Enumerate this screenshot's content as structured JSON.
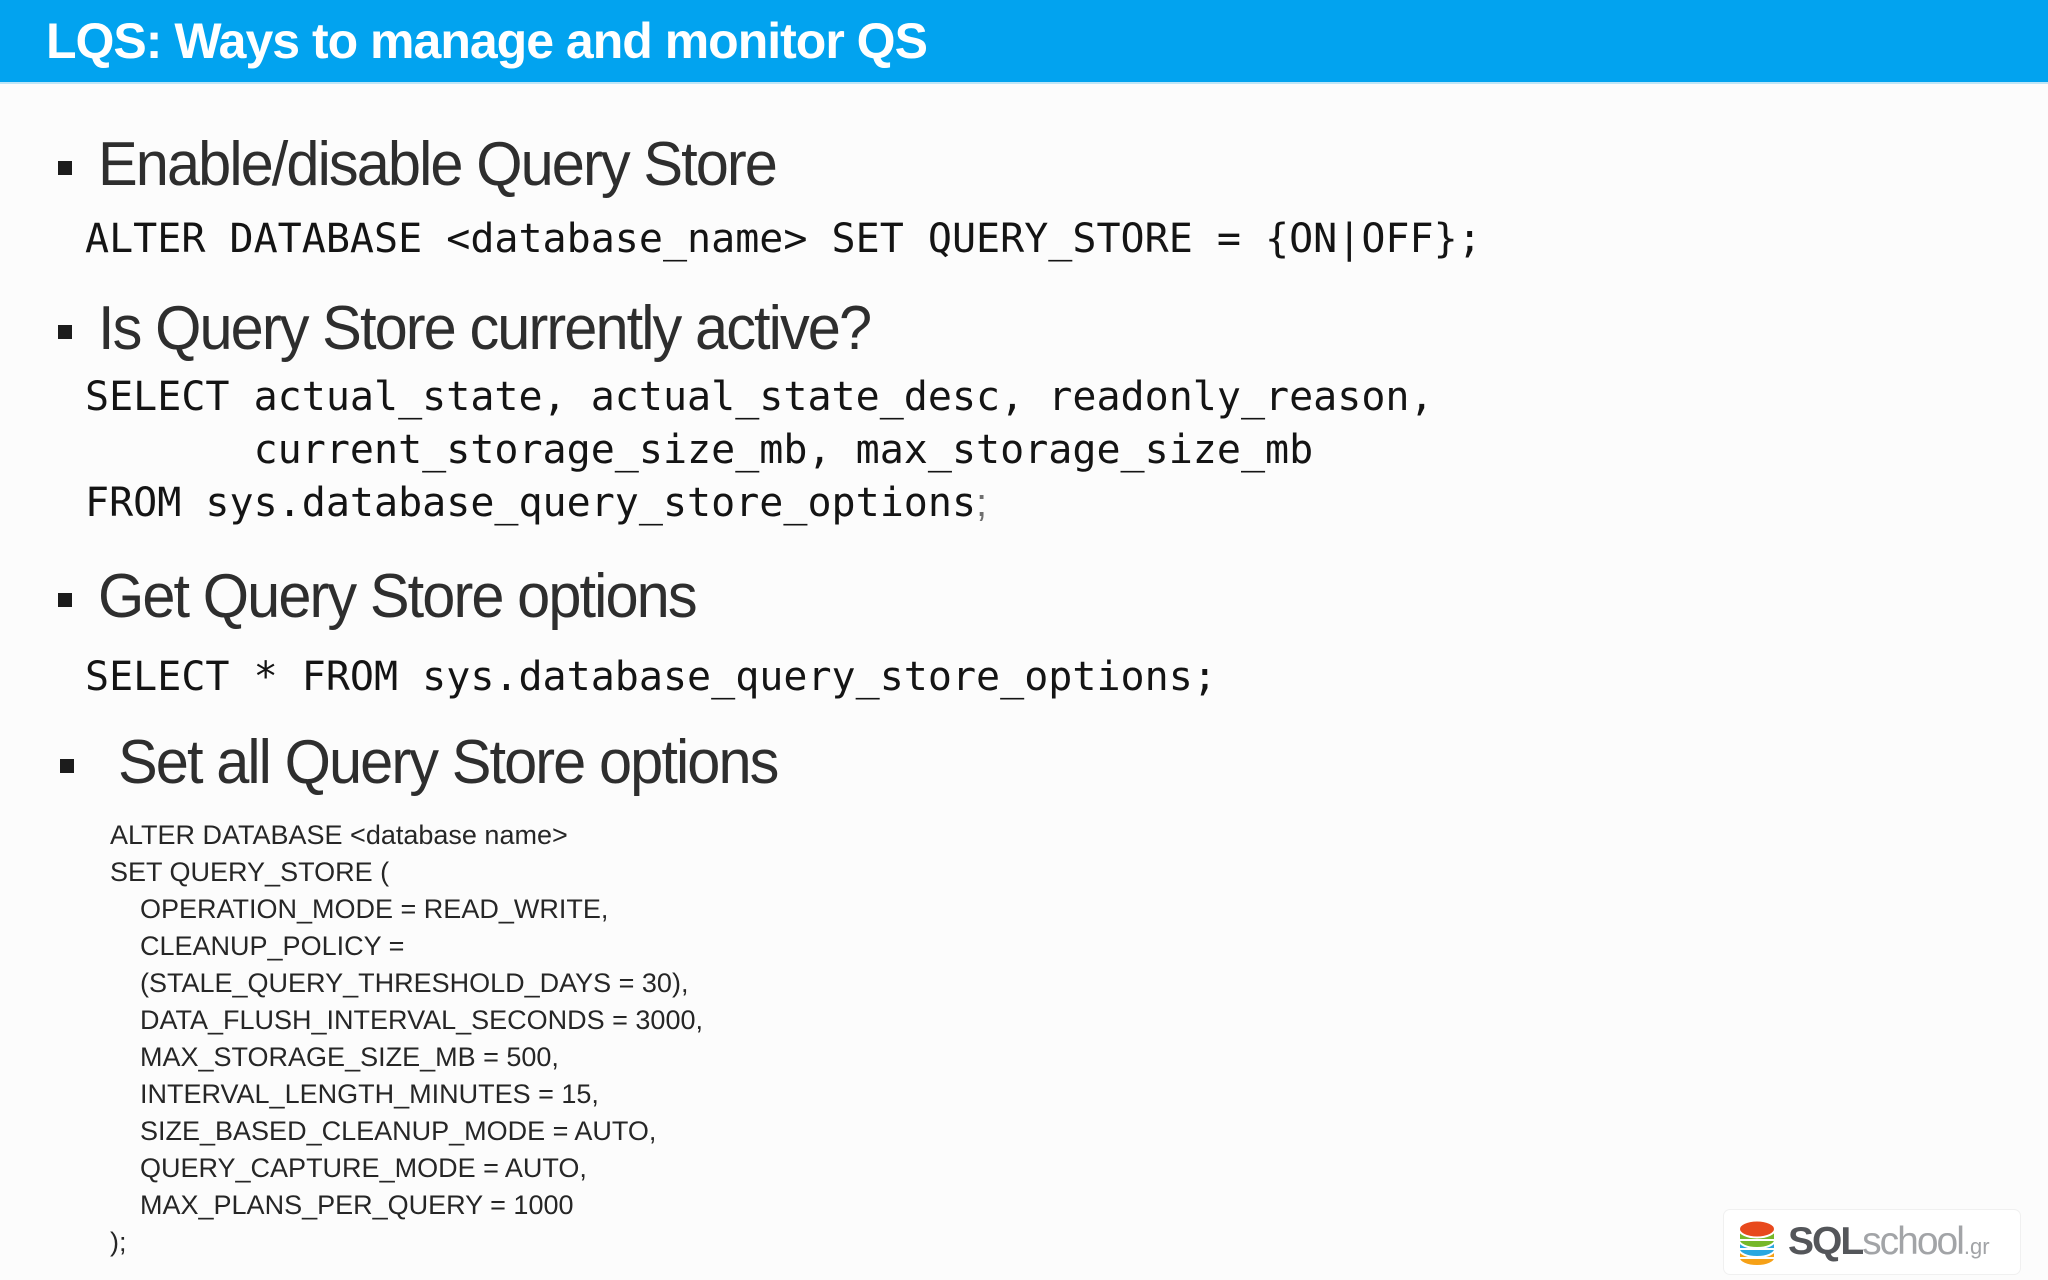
{
  "header": {
    "title": "LQS: Ways to manage and monitor QS",
    "background_color": "#02a3ef",
    "text_color": "#ffffff"
  },
  "sections": [
    {
      "heading": "Enable/disable Query Store",
      "code": "ALTER DATABASE <database_name> SET QUERY_STORE = {ON|OFF};"
    },
    {
      "heading": "Is Query Store currently active?",
      "code_main": "SELECT actual_state, actual_state_desc, readonly_reason,\n       current_storage_size_mb, max_storage_size_mb\nFROM sys.database_query_store_options",
      "code_tail": ";"
    },
    {
      "heading": "Get Query Store options",
      "code": "SELECT * FROM sys.database_query_store_options;"
    },
    {
      "heading": "Set all Query Store options",
      "code": "ALTER DATABASE <database name>\nSET QUERY_STORE (\n    OPERATION_MODE = READ_WRITE,\n    CLEANUP_POLICY =\n    (STALE_QUERY_THRESHOLD_DAYS = 30),\n    DATA_FLUSH_INTERVAL_SECONDS = 3000,\n    MAX_STORAGE_SIZE_MB = 500,\n    INTERVAL_LENGTH_MINUTES = 15,\n    SIZE_BASED_CLEANUP_MODE = AUTO,\n    QUERY_CAPTURE_MODE = AUTO,\n    MAX_PLANS_PER_QUERY = 1000\n);"
    }
  ],
  "logo": {
    "sql": "SQL",
    "school": "school",
    "tld": ".gr",
    "icon": "database-icon",
    "colors": {
      "top": "#e8491d",
      "band_green": "#76b82a",
      "band_blue": "#2aa7e0",
      "band_yellow": "#f6a117",
      "sql_text": "#54565a",
      "school_text": "#a2a4a7"
    }
  }
}
